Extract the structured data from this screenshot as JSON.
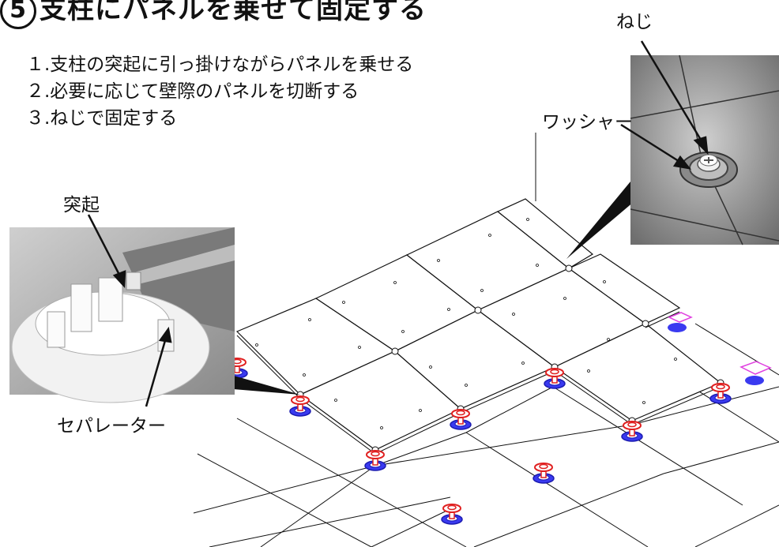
{
  "title": {
    "number": "5",
    "text": "支柱にパネルを乗せて固定する"
  },
  "steps": [
    "１.支柱の突起に引っ掛けながらパネルを乗せる",
    "２.必要に応じて壁際のパネルを切断する",
    "３.ねじで固定する"
  ],
  "labels": {
    "screw": "ねじ",
    "washer": "ワッシャー",
    "protrusion": "突起",
    "separator": "セパレーター"
  },
  "colors": {
    "pedestal_red": "#e02020",
    "pedestal_blue": "#2a2ad8",
    "edge_magenta": "#e040e0",
    "line": "#111111"
  }
}
